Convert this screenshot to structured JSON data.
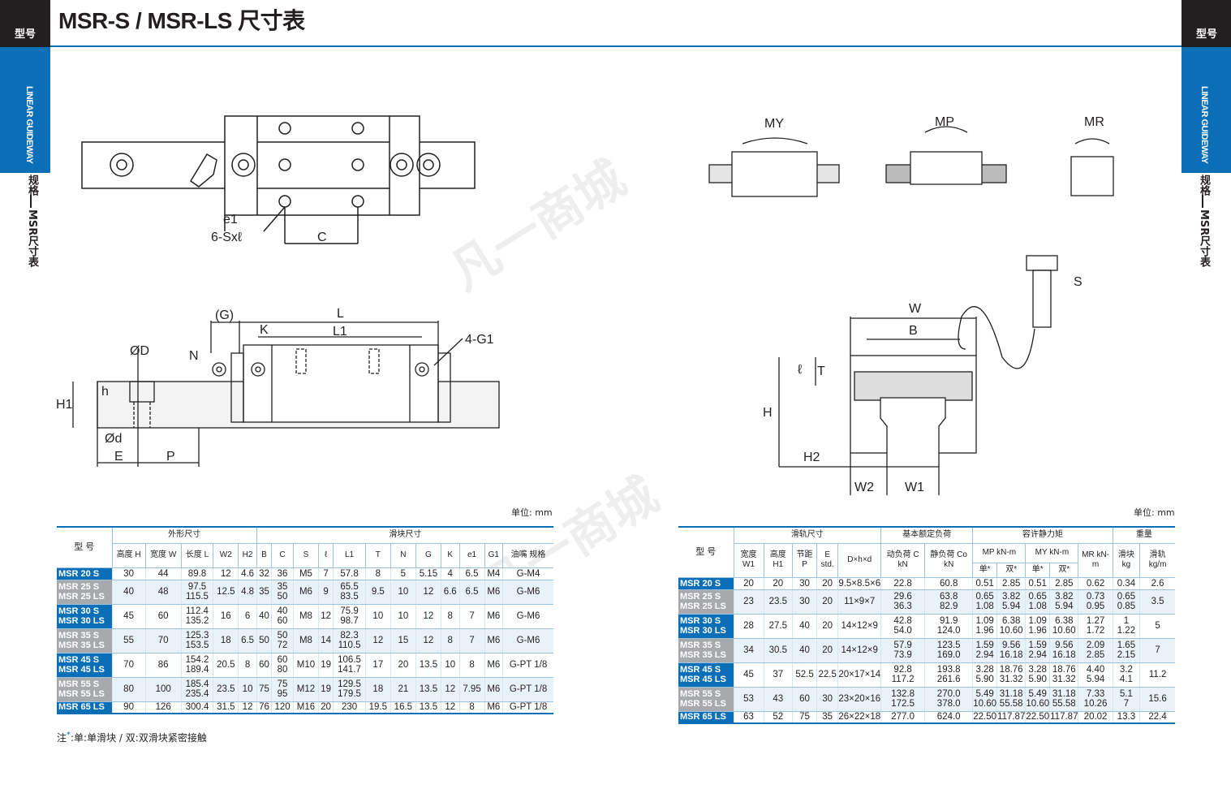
{
  "header": {
    "title": "MSR-S / MSR-LS 尺寸表",
    "tab_left": "型号",
    "tab_right": "型号"
  },
  "sidebar": {
    "en": "LINEAR GUIDEWAY",
    "cn_top": "规格",
    "cn_bottom": "MSR尺寸表"
  },
  "drawing_labels": {
    "top_e1": "e1",
    "top_s": "6-Sxℓ",
    "top_c": "C",
    "side_g": "(G)",
    "side_l": "L",
    "side_k": "K",
    "side_l1": "L1",
    "side_g1": "4-G1",
    "side_n": "N",
    "side_od": "ØD",
    "side_h": "h",
    "side_h1": "H1",
    "side_d": "Ød",
    "side_e": "E",
    "side_p": "P",
    "end_w": "W",
    "end_b": "B",
    "end_l": "ℓ",
    "end_t": "T",
    "end_h": "H",
    "end_h2": "H2",
    "end_w2": "W2",
    "end_w1": "W1",
    "end_s": "S",
    "my": "MY",
    "mp": "MP",
    "mr": "MR"
  },
  "watermark": "凡一商城",
  "left_table": {
    "unit": "单位: mm",
    "groups": {
      "model": "型 号",
      "outer": "外形尺寸",
      "block": "滑块尺寸"
    },
    "headers": [
      "高度 H",
      "宽度 W",
      "长度 L",
      "W2",
      "H2",
      "B",
      "C",
      "S",
      "ℓ",
      "L1",
      "T",
      "N",
      "G",
      "K",
      "e1",
      "G1",
      "油嘴 规格"
    ],
    "rows": [
      {
        "model": [
          "MSR 20 S"
        ],
        "vals": [
          [
            "30"
          ],
          [
            "44"
          ],
          [
            "89.8"
          ],
          [
            "12"
          ],
          [
            "4.6"
          ],
          [
            "32"
          ],
          [
            "36"
          ],
          [
            "M5"
          ],
          [
            "7"
          ],
          [
            "57.8"
          ],
          [
            "8"
          ],
          [
            "5"
          ],
          [
            "5.15"
          ],
          [
            "4"
          ],
          [
            "6.5"
          ],
          [
            "M4"
          ],
          [
            "G-M4"
          ]
        ]
      },
      {
        "model": [
          "MSR 25 S",
          "MSR 25 LS"
        ],
        "vals": [
          [
            "40"
          ],
          [
            "48"
          ],
          [
            "97.5",
            "115.5"
          ],
          [
            "12.5"
          ],
          [
            "4.8"
          ],
          [
            "35"
          ],
          [
            "35",
            "50"
          ],
          [
            "M6"
          ],
          [
            "9"
          ],
          [
            "65.5",
            "83.5"
          ],
          [
            "9.5"
          ],
          [
            "10"
          ],
          [
            "12"
          ],
          [
            "6.6"
          ],
          [
            "6.5"
          ],
          [
            "M6"
          ],
          [
            "G-M6"
          ]
        ]
      },
      {
        "model": [
          "MSR 30 S",
          "MSR 30 LS"
        ],
        "vals": [
          [
            "45"
          ],
          [
            "60"
          ],
          [
            "112.4",
            "135.2"
          ],
          [
            "16"
          ],
          [
            "6"
          ],
          [
            "40"
          ],
          [
            "40",
            "60"
          ],
          [
            "M8"
          ],
          [
            "12"
          ],
          [
            "75.9",
            "98.7"
          ],
          [
            "10"
          ],
          [
            "10"
          ],
          [
            "12"
          ],
          [
            "8"
          ],
          [
            "7"
          ],
          [
            "M6"
          ],
          [
            "G-M6"
          ]
        ]
      },
      {
        "model": [
          "MSR 35 S",
          "MSR 35 LS"
        ],
        "vals": [
          [
            "55"
          ],
          [
            "70"
          ],
          [
            "125.3",
            "153.5"
          ],
          [
            "18"
          ],
          [
            "6.5"
          ],
          [
            "50"
          ],
          [
            "50",
            "72"
          ],
          [
            "M8"
          ],
          [
            "14"
          ],
          [
            "82.3",
            "110.5"
          ],
          [
            "12"
          ],
          [
            "15"
          ],
          [
            "12"
          ],
          [
            "8"
          ],
          [
            "7"
          ],
          [
            "M6"
          ],
          [
            "G-M6"
          ]
        ]
      },
      {
        "model": [
          "MSR 45 S",
          "MSR 45 LS"
        ],
        "vals": [
          [
            "70"
          ],
          [
            "86"
          ],
          [
            "154.2",
            "189.4"
          ],
          [
            "20.5"
          ],
          [
            "8"
          ],
          [
            "60"
          ],
          [
            "60",
            "80"
          ],
          [
            "M10"
          ],
          [
            "19"
          ],
          [
            "106.5",
            "141.7"
          ],
          [
            "17"
          ],
          [
            "20"
          ],
          [
            "13.5"
          ],
          [
            "10"
          ],
          [
            "8"
          ],
          [
            "M6"
          ],
          [
            "G-PT 1/8"
          ]
        ]
      },
      {
        "model": [
          "MSR 55 S",
          "MSR 55 LS"
        ],
        "vals": [
          [
            "80"
          ],
          [
            "100"
          ],
          [
            "185.4",
            "235.4"
          ],
          [
            "23.5"
          ],
          [
            "10"
          ],
          [
            "75"
          ],
          [
            "75",
            "95"
          ],
          [
            "M12"
          ],
          [
            "19"
          ],
          [
            "129.5",
            "179.5"
          ],
          [
            "18"
          ],
          [
            "21"
          ],
          [
            "13.5"
          ],
          [
            "12"
          ],
          [
            "7.95"
          ],
          [
            "M6"
          ],
          [
            "G-PT 1/8"
          ]
        ]
      },
      {
        "model": [
          "MSR 65 LS"
        ],
        "vals": [
          [
            "90"
          ],
          [
            "126"
          ],
          [
            "300.4"
          ],
          [
            "31.5"
          ],
          [
            "12"
          ],
          [
            "76"
          ],
          [
            "120"
          ],
          [
            "M16"
          ],
          [
            "20"
          ],
          [
            "230"
          ],
          [
            "19.5"
          ],
          [
            "16.5"
          ],
          [
            "13.5"
          ],
          [
            "12"
          ],
          [
            "8"
          ],
          [
            "M6"
          ],
          [
            "G-PT 1/8"
          ]
        ]
      }
    ]
  },
  "right_table": {
    "unit": "单位: mm",
    "groups": {
      "model": "型 号",
      "rail": "滑轨尺寸",
      "load": "基本额定负荷",
      "moment": "容许静力矩",
      "weight": "重量"
    },
    "headers": [
      "宽度 W1",
      "高度 H1",
      "节距 P",
      "E std.",
      "D×h×d",
      "动负荷 C kN",
      "静负荷 Co kN",
      "单*",
      "双*",
      "单*",
      "双*",
      "MR kN-m",
      "滑块 kg",
      "滑轨 kg/m"
    ],
    "sub": {
      "mp": "MP kN-m",
      "my": "MY kN-m"
    },
    "rows": [
      {
        "model": [
          "MSR 20 S"
        ],
        "vals": [
          [
            "20"
          ],
          [
            "20"
          ],
          [
            "30"
          ],
          [
            "20"
          ],
          [
            "9.5×8.5×6"
          ],
          [
            "22.8"
          ],
          [
            "60.8"
          ],
          [
            "0.51"
          ],
          [
            "2.85"
          ],
          [
            "0.51"
          ],
          [
            "2.85"
          ],
          [
            "0.62"
          ],
          [
            "0.34"
          ],
          [
            "2.6"
          ]
        ]
      },
      {
        "model": [
          "MSR 25 S",
          "MSR 25 LS"
        ],
        "vals": [
          [
            "23"
          ],
          [
            "23.5"
          ],
          [
            "30"
          ],
          [
            "20"
          ],
          [
            "11×9×7"
          ],
          [
            "29.6",
            "36.3"
          ],
          [
            "63.8",
            "82.9"
          ],
          [
            "0.65",
            "1.08"
          ],
          [
            "3.82",
            "5.94"
          ],
          [
            "0.65",
            "1.08"
          ],
          [
            "3.82",
            "5.94"
          ],
          [
            "0.73",
            "0.95"
          ],
          [
            "0.65",
            "0.85"
          ],
          [
            "3.5"
          ]
        ]
      },
      {
        "model": [
          "MSR 30 S",
          "MSR 30 LS"
        ],
        "vals": [
          [
            "28"
          ],
          [
            "27.5"
          ],
          [
            "40"
          ],
          [
            "20"
          ],
          [
            "14×12×9"
          ],
          [
            "42.8",
            "54.0"
          ],
          [
            "91.9",
            "124.0"
          ],
          [
            "1.09",
            "1.96"
          ],
          [
            "6.38",
            "10.60"
          ],
          [
            "1.09",
            "1.96"
          ],
          [
            "6.38",
            "10.60"
          ],
          [
            "1.27",
            "1.72"
          ],
          [
            "1",
            "1.22"
          ],
          [
            "5"
          ]
        ]
      },
      {
        "model": [
          "MSR 35 S",
          "MSR 35 LS"
        ],
        "vals": [
          [
            "34"
          ],
          [
            "30.5"
          ],
          [
            "40"
          ],
          [
            "20"
          ],
          [
            "14×12×9"
          ],
          [
            "57.9",
            "73.9"
          ],
          [
            "123.5",
            "169.0"
          ],
          [
            "1.59",
            "2.94"
          ],
          [
            "9.56",
            "16.18"
          ],
          [
            "1.59",
            "2.94"
          ],
          [
            "9.56",
            "16.18"
          ],
          [
            "2.09",
            "2.85"
          ],
          [
            "1.65",
            "2.15"
          ],
          [
            "7"
          ]
        ]
      },
      {
        "model": [
          "MSR 45 S",
          "MSR 45 LS"
        ],
        "vals": [
          [
            "45"
          ],
          [
            "37"
          ],
          [
            "52.5"
          ],
          [
            "22.5"
          ],
          [
            "20×17×14"
          ],
          [
            "92.8",
            "117.2"
          ],
          [
            "193.8",
            "261.6"
          ],
          [
            "3.28",
            "5.90"
          ],
          [
            "18.76",
            "31.32"
          ],
          [
            "3.28",
            "5.90"
          ],
          [
            "18.76",
            "31.32"
          ],
          [
            "4.40",
            "5.94"
          ],
          [
            "3.2",
            "4.1"
          ],
          [
            "11.2"
          ]
        ]
      },
      {
        "model": [
          "MSR 55 S",
          "MSR 55 LS"
        ],
        "vals": [
          [
            "53"
          ],
          [
            "43"
          ],
          [
            "60"
          ],
          [
            "30"
          ],
          [
            "23×20×16"
          ],
          [
            "132.8",
            "172.5"
          ],
          [
            "270.0",
            "378.0"
          ],
          [
            "5.49",
            "10.60"
          ],
          [
            "31.18",
            "55.58"
          ],
          [
            "5.49",
            "10.60"
          ],
          [
            "31.18",
            "55.58"
          ],
          [
            "7.33",
            "10.26"
          ],
          [
            "5.1",
            "7"
          ],
          [
            "15.6"
          ]
        ]
      },
      {
        "model": [
          "MSR 65 LS"
        ],
        "vals": [
          [
            "63"
          ],
          [
            "52"
          ],
          [
            "75"
          ],
          [
            "35"
          ],
          [
            "26×22×18"
          ],
          [
            "277.0"
          ],
          [
            "624.0"
          ],
          [
            "22.50"
          ],
          [
            "117.87"
          ],
          [
            "22.50"
          ],
          [
            "117.87"
          ],
          [
            "20.02"
          ],
          [
            "13.3"
          ],
          [
            "22.4"
          ]
        ]
      }
    ]
  },
  "note": {
    "prefix": "注",
    "star": "*",
    "text": ":单:单滑块 / 双:双滑块紧密接触"
  }
}
